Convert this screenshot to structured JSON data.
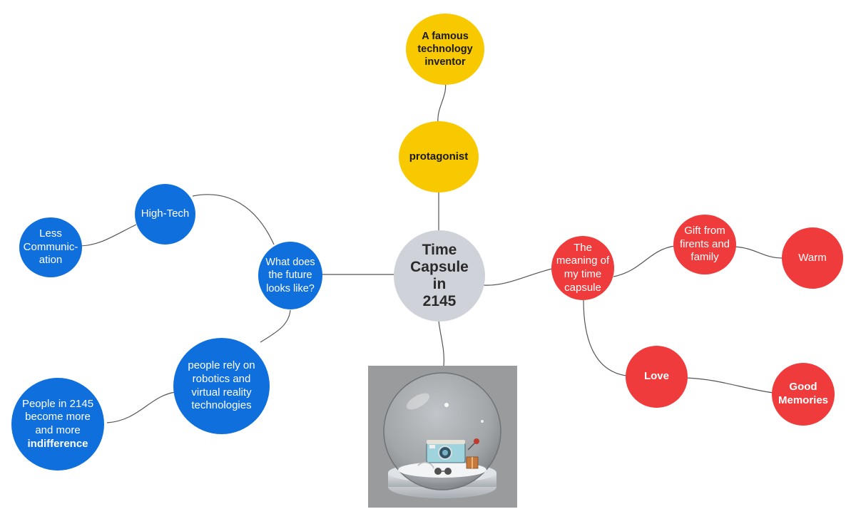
{
  "center": {
    "lines": [
      "Time",
      "Capsule",
      "in",
      "2145"
    ]
  },
  "nodes": {
    "famous_inventor": "A famous technology inventor",
    "protagonist": "protagonist",
    "high_tech": "High-Tech",
    "less_communication": "Less Communic-ation",
    "future": "What does the future looks like?",
    "rely_robotics": "people rely on robotics and virtual reality technologies",
    "indifference_pre": "People in 2145 become more and more",
    "indifference_bold": "indifference",
    "meaning": "The meaning of my time capsule",
    "gift": "Gift from firents and family",
    "warm": "Warm",
    "love": "Love",
    "good_memories": "Good Memories"
  },
  "colors": {
    "blue": "#0f6fdc",
    "red": "#ef3b3b",
    "yellow": "#f9c900",
    "center": "#cfd3d9",
    "link": "#555555"
  },
  "image": {
    "icon": "snow-globe-camera-picture"
  }
}
